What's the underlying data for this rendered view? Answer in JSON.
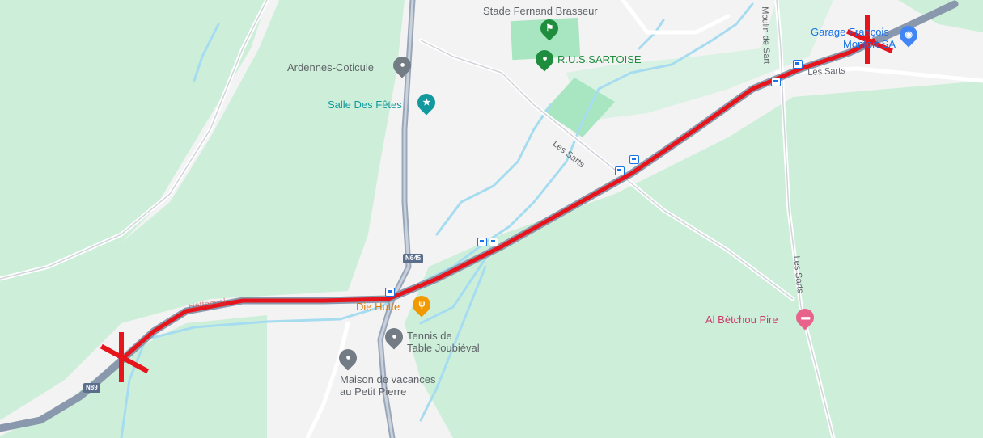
{
  "map": {
    "colors": {
      "land": "#f3f3f3",
      "forest": "#cdefd9",
      "park": "#a8e6c2",
      "water": "#a6dcf0",
      "major_road": "#9aa7b8",
      "minor_road": "#ffffff",
      "route_highlight": "#e8141b"
    },
    "places": [
      {
        "id": "stade",
        "name": "Stade Fernand Brasseur",
        "icon": "sports-icon",
        "category": "sport"
      },
      {
        "id": "rus",
        "name": "R.U.S.SARTOISE",
        "icon": "soccer-icon",
        "category": "sport"
      },
      {
        "id": "ardennes",
        "name": "Ardennes-Coticule",
        "icon": "place-pin-icon",
        "category": "generic"
      },
      {
        "id": "salle",
        "name": "Salle Des Fêtes",
        "icon": "hall-icon",
        "category": "venue"
      },
      {
        "id": "hutte",
        "name": "Die Hutte",
        "icon": "restaurant-icon",
        "category": "food"
      },
      {
        "id": "tennis",
        "name": "Tennis de Table Joubiéval",
        "line1": "Tennis de",
        "line2": "Table Joubiéval",
        "icon": "place-pin-icon",
        "category": "generic"
      },
      {
        "id": "maison",
        "name": "Maison de vacances au Petit Pierre",
        "line1": "Maison de vacances",
        "line2": "au Petit Pierre",
        "icon": "place-pin-icon",
        "category": "generic"
      },
      {
        "id": "bechou",
        "name": "Al Bètchou Pire",
        "icon": "lodging-icon",
        "category": "lodging"
      },
      {
        "id": "garage",
        "name": "Garage François Monfort SA",
        "line1": "Garage François",
        "line2": "Monfort SA",
        "icon": "car-repair-icon",
        "category": "service"
      }
    ],
    "roads": {
      "n645": "N645",
      "n89": "N89",
      "les_sarts_1": "Les Sarts",
      "les_sarts_2": "Les Sarts",
      "les_sarts_3": "Les Sarts",
      "moulin": "Moulin de Sart",
      "faded": "Hattonval"
    },
    "markers": {
      "start": "x-mark-icon",
      "end": "x-mark-icon",
      "bus_stop": "bus-stop-icon"
    }
  }
}
